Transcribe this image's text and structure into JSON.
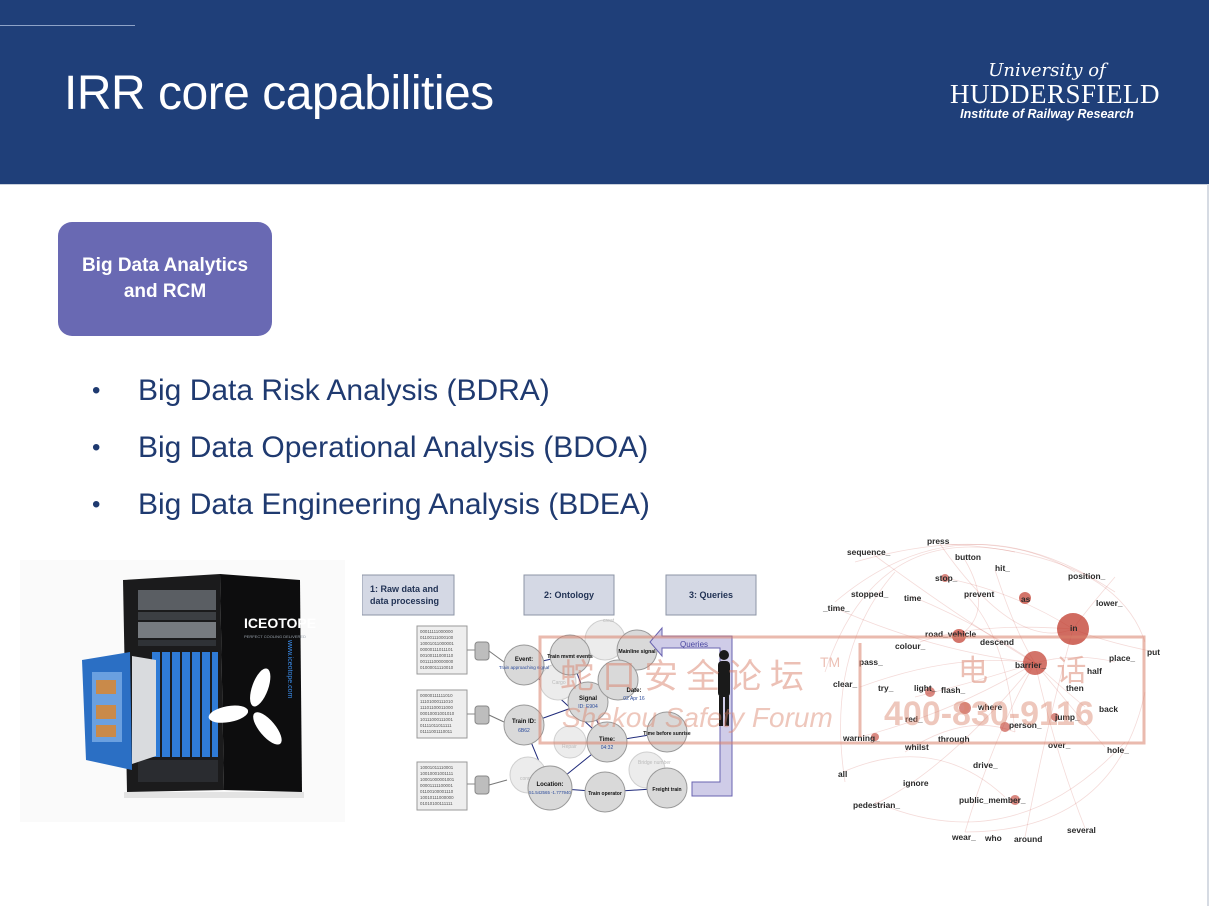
{
  "slide": {
    "title": "IRR core capabilities",
    "logo": {
      "line1": "University of",
      "line2": "HUDDERSFIELD",
      "line3": "Institute of Railway Research"
    },
    "badge": "Big Data Analytics and RCM",
    "bullets": [
      {
        "marker": "•",
        "text": "Big Data Risk Analysis (BDRA)"
      },
      {
        "marker": "•",
        "text": "Big Data Operational Analysis (BDOA)"
      },
      {
        "marker": "•",
        "text": "Big Data Engineering Analysis (BDEA)"
      }
    ]
  },
  "server_image": {
    "brand": "ICEOTOPE",
    "tagline": "PERFECT COOLING DELIVERED",
    "url": "www.iceotope.com"
  },
  "diagram": {
    "stages": [
      "1: Raw data and data processing",
      "2: Ontology",
      "3: Queries"
    ],
    "queries_arrow_label": "Queries",
    "binary_blocks": [
      [
        "00011111000000",
        "01100111000100",
        "10001011000001",
        "00000111011101",
        "00100111000110",
        "00111100000000",
        "01000011110010"
      ],
      [
        "00000111111010",
        "11101000111010",
        "11101100011000",
        "00010001001010",
        "10111000111001",
        "01111011011111",
        "01111001110011"
      ],
      [
        "10001011110001",
        "10010001001111",
        "10001000001001",
        "00001111100001",
        "01100100001110",
        "10010111000000",
        "01010100111111"
      ]
    ],
    "nodes": {
      "event_title": "Event:",
      "event_value": "Train approaching signal",
      "train_id_title": "Train ID:",
      "train_id_value": "6B62",
      "location_title": "Location:",
      "location_value": "51.542565 -1.777940",
      "train_mvmt": "Train mvmt events",
      "signal_title": "Signal",
      "signal_value": "ID: E904",
      "mainline": "Mainline signal",
      "date_title": "Date:",
      "date_value": "02 Apr 16",
      "time_title": "Time:",
      "time_value": "04:32",
      "time_before": "Time before sunrise",
      "train_operator": "Train operator",
      "freight": "Freight train",
      "faint_creat": "creat",
      "faint_cargo": "Cargo",
      "faint_repair": "Repair",
      "faint_bridge": "Bridge number",
      "faint_connect": "connect"
    }
  },
  "network": {
    "words": [
      "press",
      "sequence_",
      "button",
      "hit_",
      "position_",
      "stop_",
      "stopped_",
      "time",
      "prevent",
      "as",
      "_time_",
      "lower_",
      "in",
      "road_vehicle",
      "colour_",
      "descend",
      "put",
      "pass_",
      "barrier_",
      "place_",
      "half",
      "clear_",
      "try_",
      "light_",
      "flash_",
      "then",
      "where",
      "back",
      "red_",
      "person_",
      "jump_",
      "warning_",
      "through",
      "whilst",
      "over_",
      "hole_",
      "drive_",
      "all",
      "ignore",
      "public_member_",
      "pedestrian_",
      "several",
      "wear_",
      "who",
      "around"
    ]
  },
  "watermark": {
    "chinese": "蛇口安全论坛",
    "tm": "TM",
    "english": "Shekou Safety Forum",
    "tel_label": "电 话",
    "phone": "400-830-9116"
  },
  "colors": {
    "header": "#1f3f79",
    "badge": "#6969b3",
    "bullet_text": "#1f3a70",
    "network": "#c0392b",
    "watermark": "#d9826b"
  }
}
